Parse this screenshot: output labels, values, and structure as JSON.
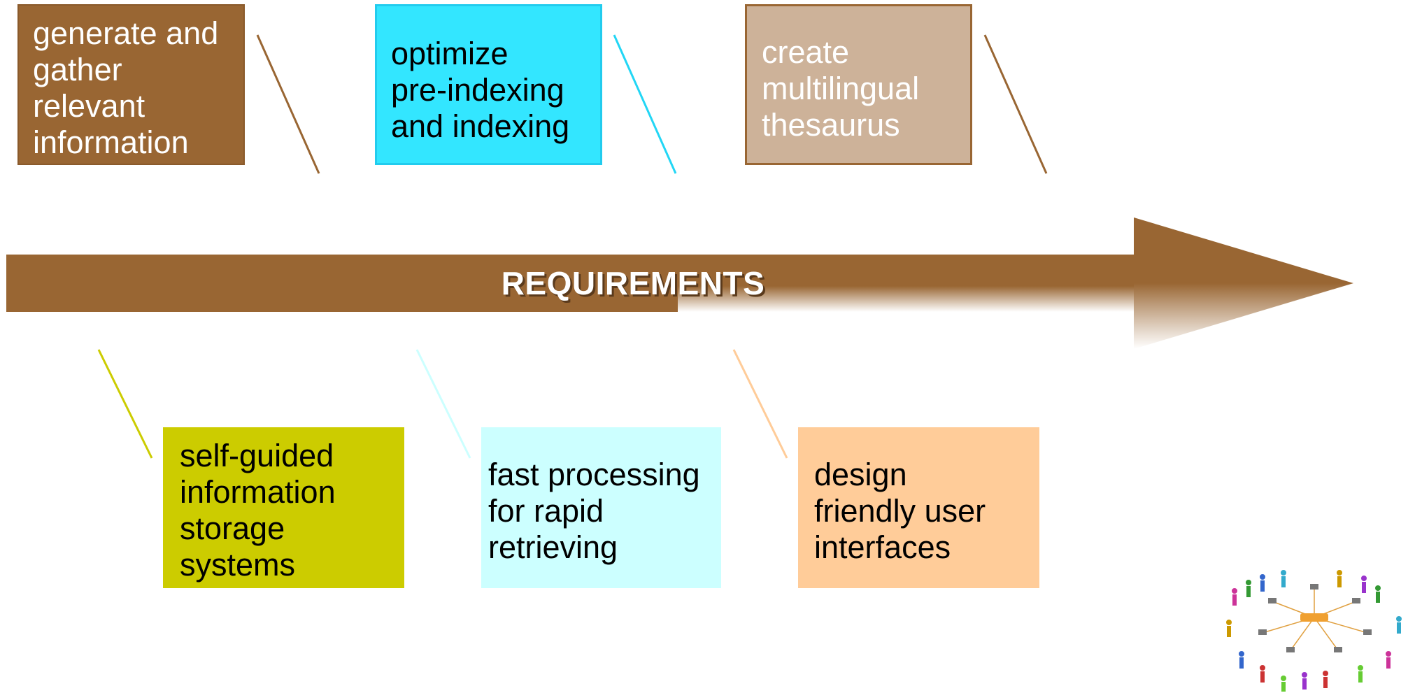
{
  "diagram": {
    "center_label": "REQUIREMENTS",
    "top_boxes": [
      {
        "text": "generate and\ngather\nrelevant\ninformation",
        "color": "#996633"
      },
      {
        "text": "optimize\npre-indexing\nand indexing",
        "color": "#33e6ff"
      },
      {
        "text": "create\nmultilingual\nthesaurus",
        "color": "#cdb299"
      }
    ],
    "bottom_boxes": [
      {
        "text": "self-guided\ninformation\nstorage\nsystems",
        "color": "#cccc00"
      },
      {
        "text": "fast processing\nfor rapid\nretrieving",
        "color": "#ccffff"
      },
      {
        "text": "design\nfriendly user\ninterfaces",
        "color": "#ffcc99"
      }
    ],
    "arrow_color": "#996633",
    "corner_image": "networked-people-illustration"
  }
}
